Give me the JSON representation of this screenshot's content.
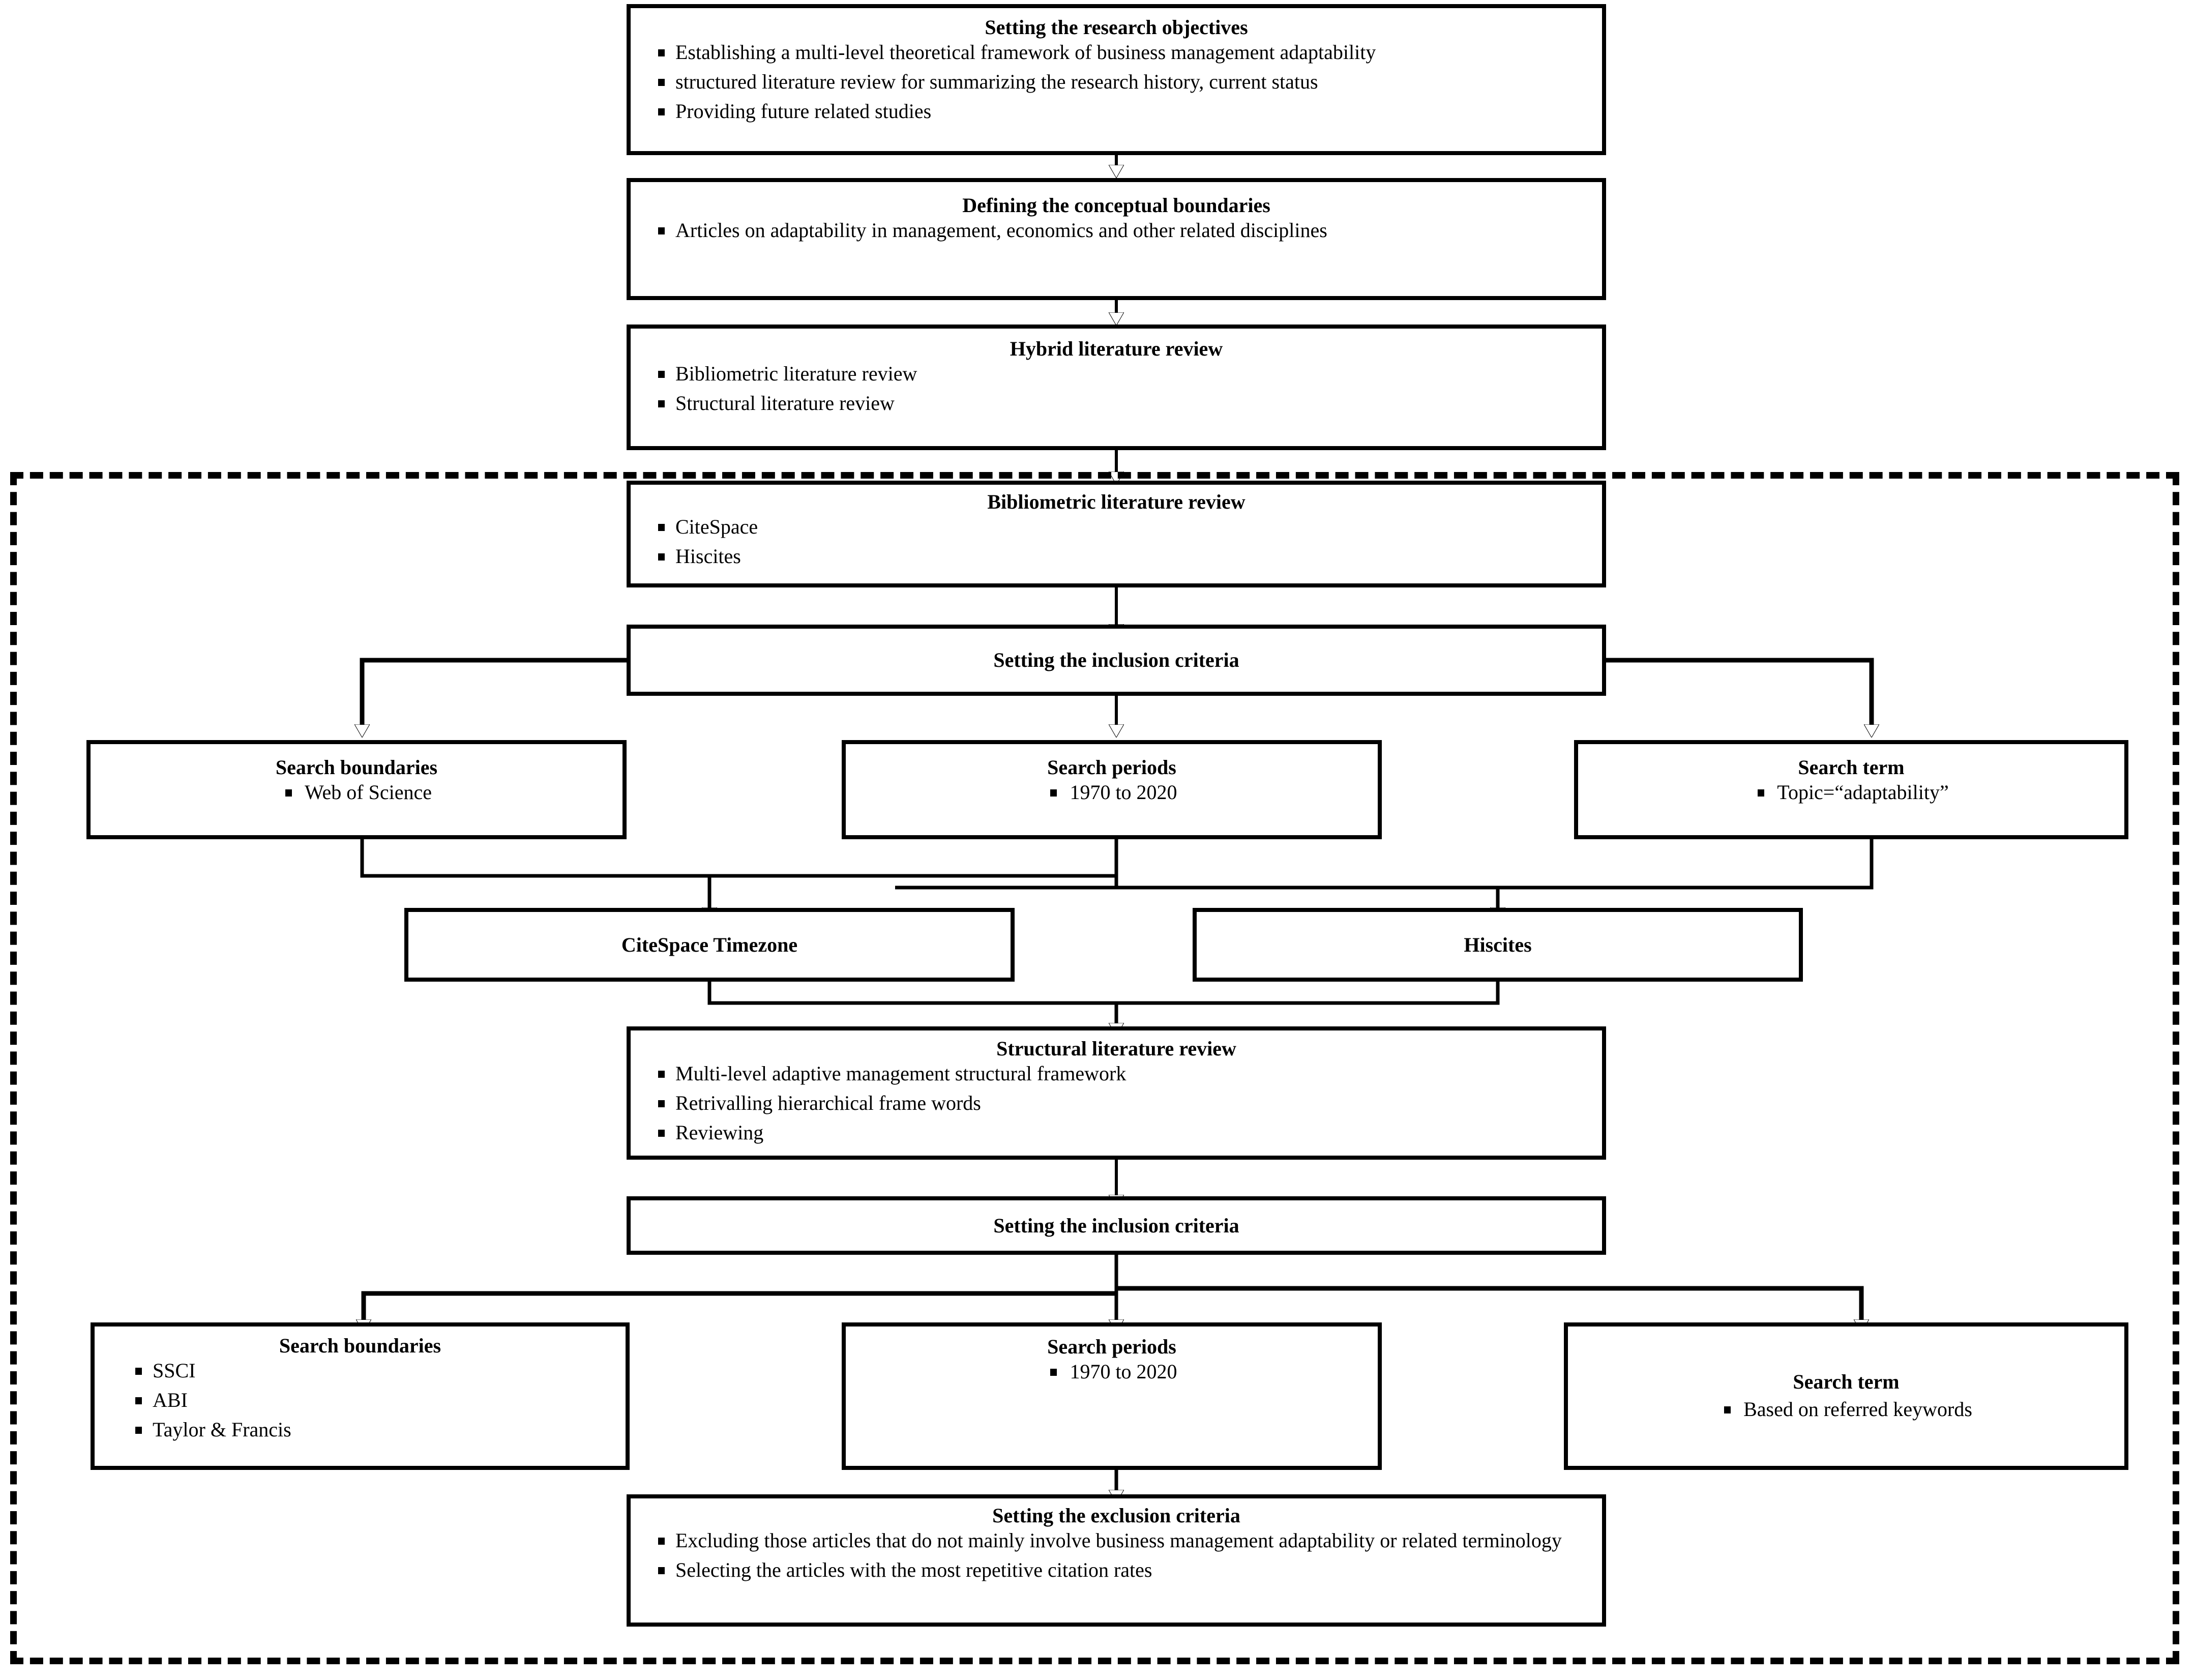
{
  "figure": {
    "kind": "flowchart",
    "dashed_region_label": ""
  },
  "nodes": {
    "research_objectives": {
      "title": "Setting the research objectives",
      "bullets": [
        "Establishing a multi-level theoretical framework of business management adaptability",
        "structured literature review for summarizing the research history, current status",
        "Providing future related studies"
      ]
    },
    "conceptual_boundaries": {
      "title": "Defining the conceptual boundaries",
      "bullets": [
        "Articles on adaptability in management, economics and other related disciplines"
      ]
    },
    "hybrid_review": {
      "title": "Hybrid literature review",
      "bullets": [
        "Bibliometric literature review",
        "Structural literature review"
      ]
    },
    "bibliometric_review": {
      "title": "Bibliometric literature review",
      "bullets": [
        "CiteSpace",
        "Hiscites"
      ]
    },
    "inclusion_criteria_1": {
      "title": "Setting the inclusion criteria",
      "bullets": []
    },
    "search_boundaries_1": {
      "title": "Search boundaries",
      "bullets": [
        "Web of Science"
      ]
    },
    "search_periods_1": {
      "title": "Search periods",
      "bullets": [
        "1970 to 2020"
      ]
    },
    "search_term_1": {
      "title": "Search term",
      "bullets": [
        "Topic=“adaptability”"
      ]
    },
    "citespace_timezone": {
      "title": "CiteSpace Timezone",
      "bullets": []
    },
    "hiscites": {
      "title": "Hiscites",
      "bullets": []
    },
    "structural_review": {
      "title": "Structural literature review",
      "bullets": [
        "Multi-level adaptive management structural framework",
        "Retrivalling hierarchical frame words",
        "Reviewing"
      ]
    },
    "inclusion_criteria_2": {
      "title": "Setting the inclusion criteria",
      "bullets": []
    },
    "search_boundaries_2": {
      "title": "Search boundaries",
      "bullets": [
        "SSCI",
        "ABI",
        "Taylor & Francis"
      ]
    },
    "search_periods_2": {
      "title": "Search periods",
      "bullets": [
        "1970 to 2020"
      ]
    },
    "search_term_2": {
      "title": "Search term",
      "bullets": [
        "Based on referred keywords"
      ]
    },
    "exclusion_criteria": {
      "title": "Setting the exclusion criteria",
      "bullets": [
        "Excluding those articles that do not mainly involve business management adaptability or related terminology",
        "Selecting the articles with the most repetitive citation rates"
      ]
    }
  },
  "colors": {
    "line": "#000000",
    "box_border": "#000000",
    "background": "#ffffff"
  }
}
